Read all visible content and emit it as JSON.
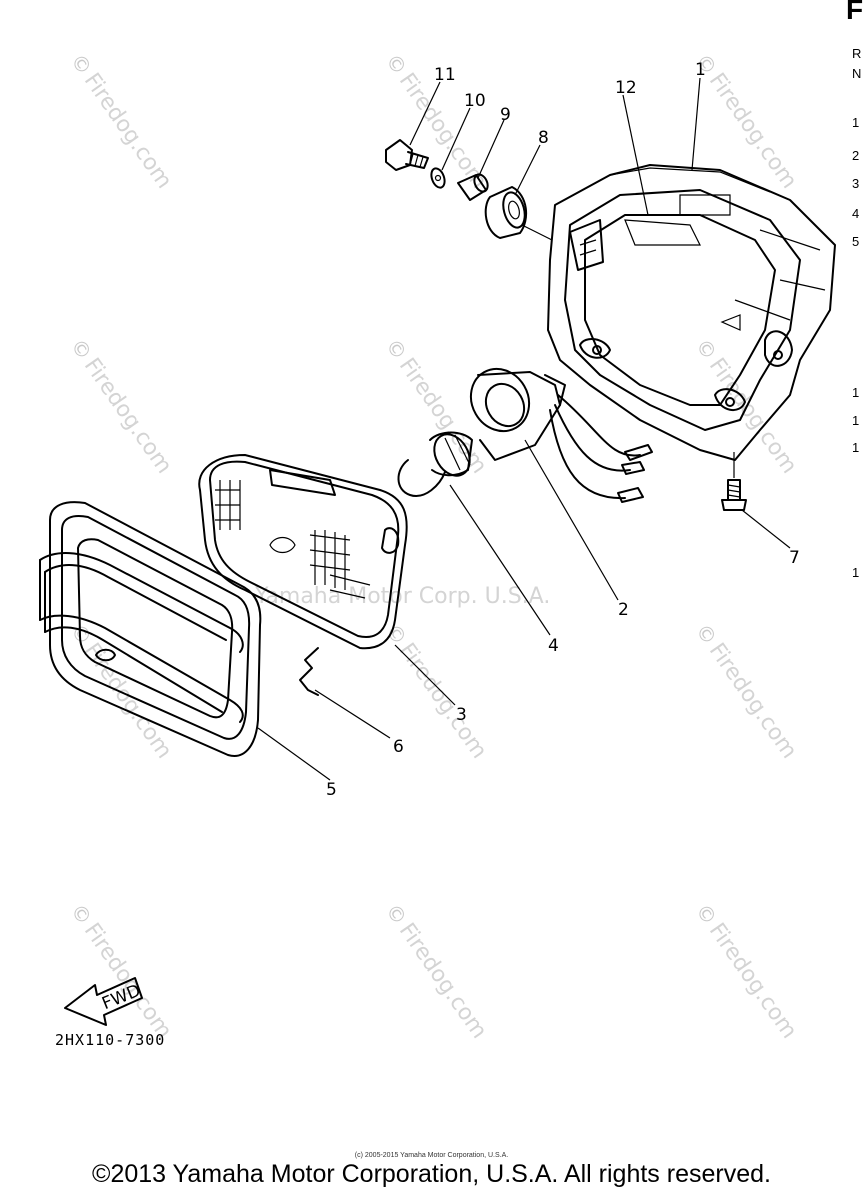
{
  "diagram": {
    "callouts": [
      "1",
      "2",
      "3",
      "4",
      "5",
      "6",
      "7",
      "8",
      "9",
      "10",
      "11",
      "12"
    ],
    "part_number": "2HX110-7300",
    "fwd_label": "FWD",
    "watermark_text": "Firedog.com",
    "watermark_center": "Yamaha Motor Corp. U.S.A."
  },
  "side_table": {
    "header": "F",
    "col_header_1": "R",
    "col_header_2": "N",
    "row_numbers": [
      "1",
      "2",
      "3",
      "4",
      "5",
      "1",
      "1",
      "1",
      "1"
    ]
  },
  "footer": {
    "small_copyright": "(c) 2005-2015 Yamaha Motor Corporation, U.S.A.",
    "copyright": "©2013 Yamaha Motor Corporation, U.S.A. All rights reserved."
  }
}
